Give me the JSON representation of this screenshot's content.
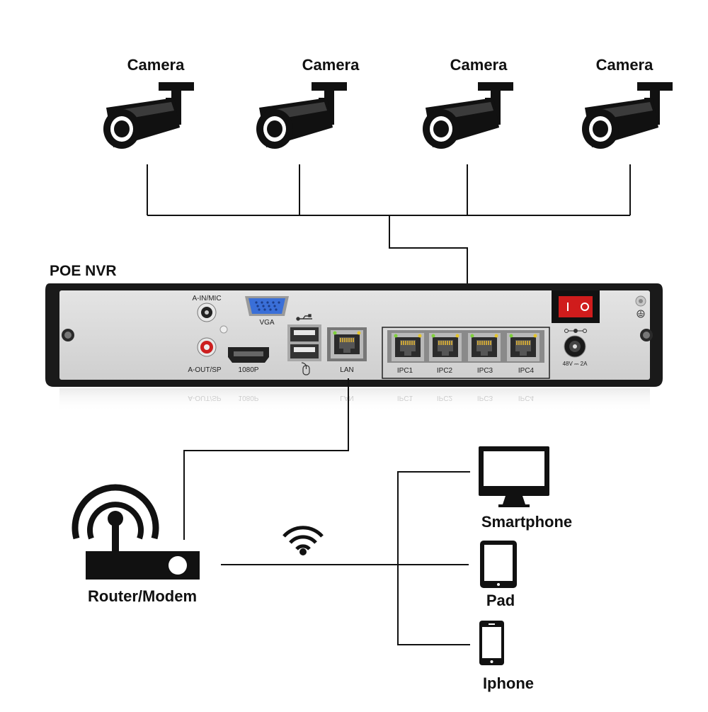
{
  "cameras": [
    {
      "label": "Camera"
    },
    {
      "label": "Camera"
    },
    {
      "label": "Camera"
    },
    {
      "label": "Camera"
    }
  ],
  "nvr": {
    "title": "POE NVR",
    "ports": {
      "audio_in": "A-IN/MIC",
      "vga": "VGA",
      "audio_out": "A-OUT/SP",
      "hdmi": "1080P",
      "lan": "LAN",
      "ipc": [
        "IPC1",
        "IPC2",
        "IPC3",
        "IPC4"
      ],
      "power": "48V ⎓ 2A"
    },
    "reflection": {
      "audio_out": "A-OUT/SP",
      "hdmi": "1080P",
      "lan": "LAN",
      "ipc": [
        "IPC1",
        "IPC2",
        "IPC3",
        "IPC4"
      ]
    }
  },
  "router": {
    "label": "Router/Modem"
  },
  "devices": [
    {
      "label": "Smartphone",
      "icon": "monitor-icon"
    },
    {
      "label": "Pad",
      "icon": "tablet-icon"
    },
    {
      "label": "Iphone",
      "icon": "phone-icon"
    }
  ],
  "colors": {
    "line": "#111111",
    "nvr_face": "#d9d9d9",
    "nvr_frame": "#1a1a1a",
    "rca_red": "#cc1f1f",
    "vga_blue": "#3a6fd8",
    "switch_red": "#d01c1c",
    "led_green": "#7fd13a",
    "led_yellow": "#e5c52a"
  }
}
